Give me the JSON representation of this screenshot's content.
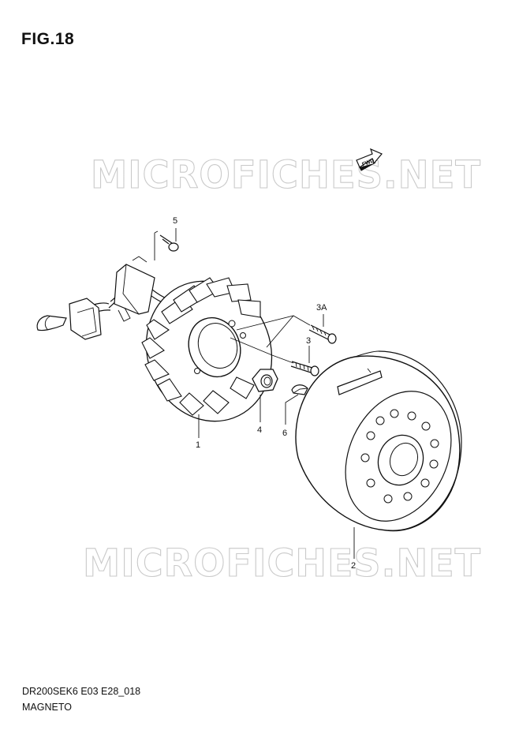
{
  "figure": {
    "title": "FIG.18"
  },
  "watermarks": [
    "MICROFICHES.NET",
    "MICROFICHES.NET"
  ],
  "fwd_label": "FWD",
  "callouts": {
    "c1": "1",
    "c2": "2",
    "c3": "3",
    "c3a": "3A",
    "c4": "4",
    "c5": "5",
    "c6": "6"
  },
  "footer": {
    "code": "DR200SEK6 E03 E28_018",
    "name": "MAGNETO"
  }
}
